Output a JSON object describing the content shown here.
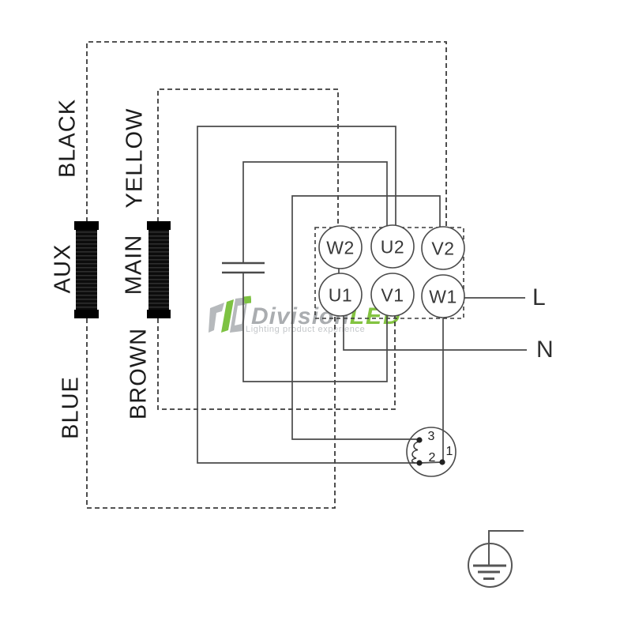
{
  "wire_labels": {
    "black": "BLACK",
    "yellow": "YELLOW",
    "aux": "AUX",
    "main": "MAIN",
    "brown": "BROWN",
    "blue": "BLUE"
  },
  "terminal_block": {
    "top_row": [
      "W2",
      "U2",
      "V2"
    ],
    "bottom_row": [
      "U1",
      "V1",
      "W1"
    ]
  },
  "supply": {
    "live": "L",
    "neutral": "N"
  },
  "selector_switch": {
    "position_top": "3",
    "position_middle": "2",
    "position_right": "1"
  },
  "watermark": {
    "brand": "Division",
    "brand_accent": "LED",
    "tagline": "Lighting product experience"
  },
  "colors": {
    "solid_wire": "#4a4a4a",
    "dashed_wire": "#3b3b3b",
    "label_text": "#1c1c1c",
    "watermark_gray": "#aaadb0",
    "watermark_green": "#83c341"
  }
}
